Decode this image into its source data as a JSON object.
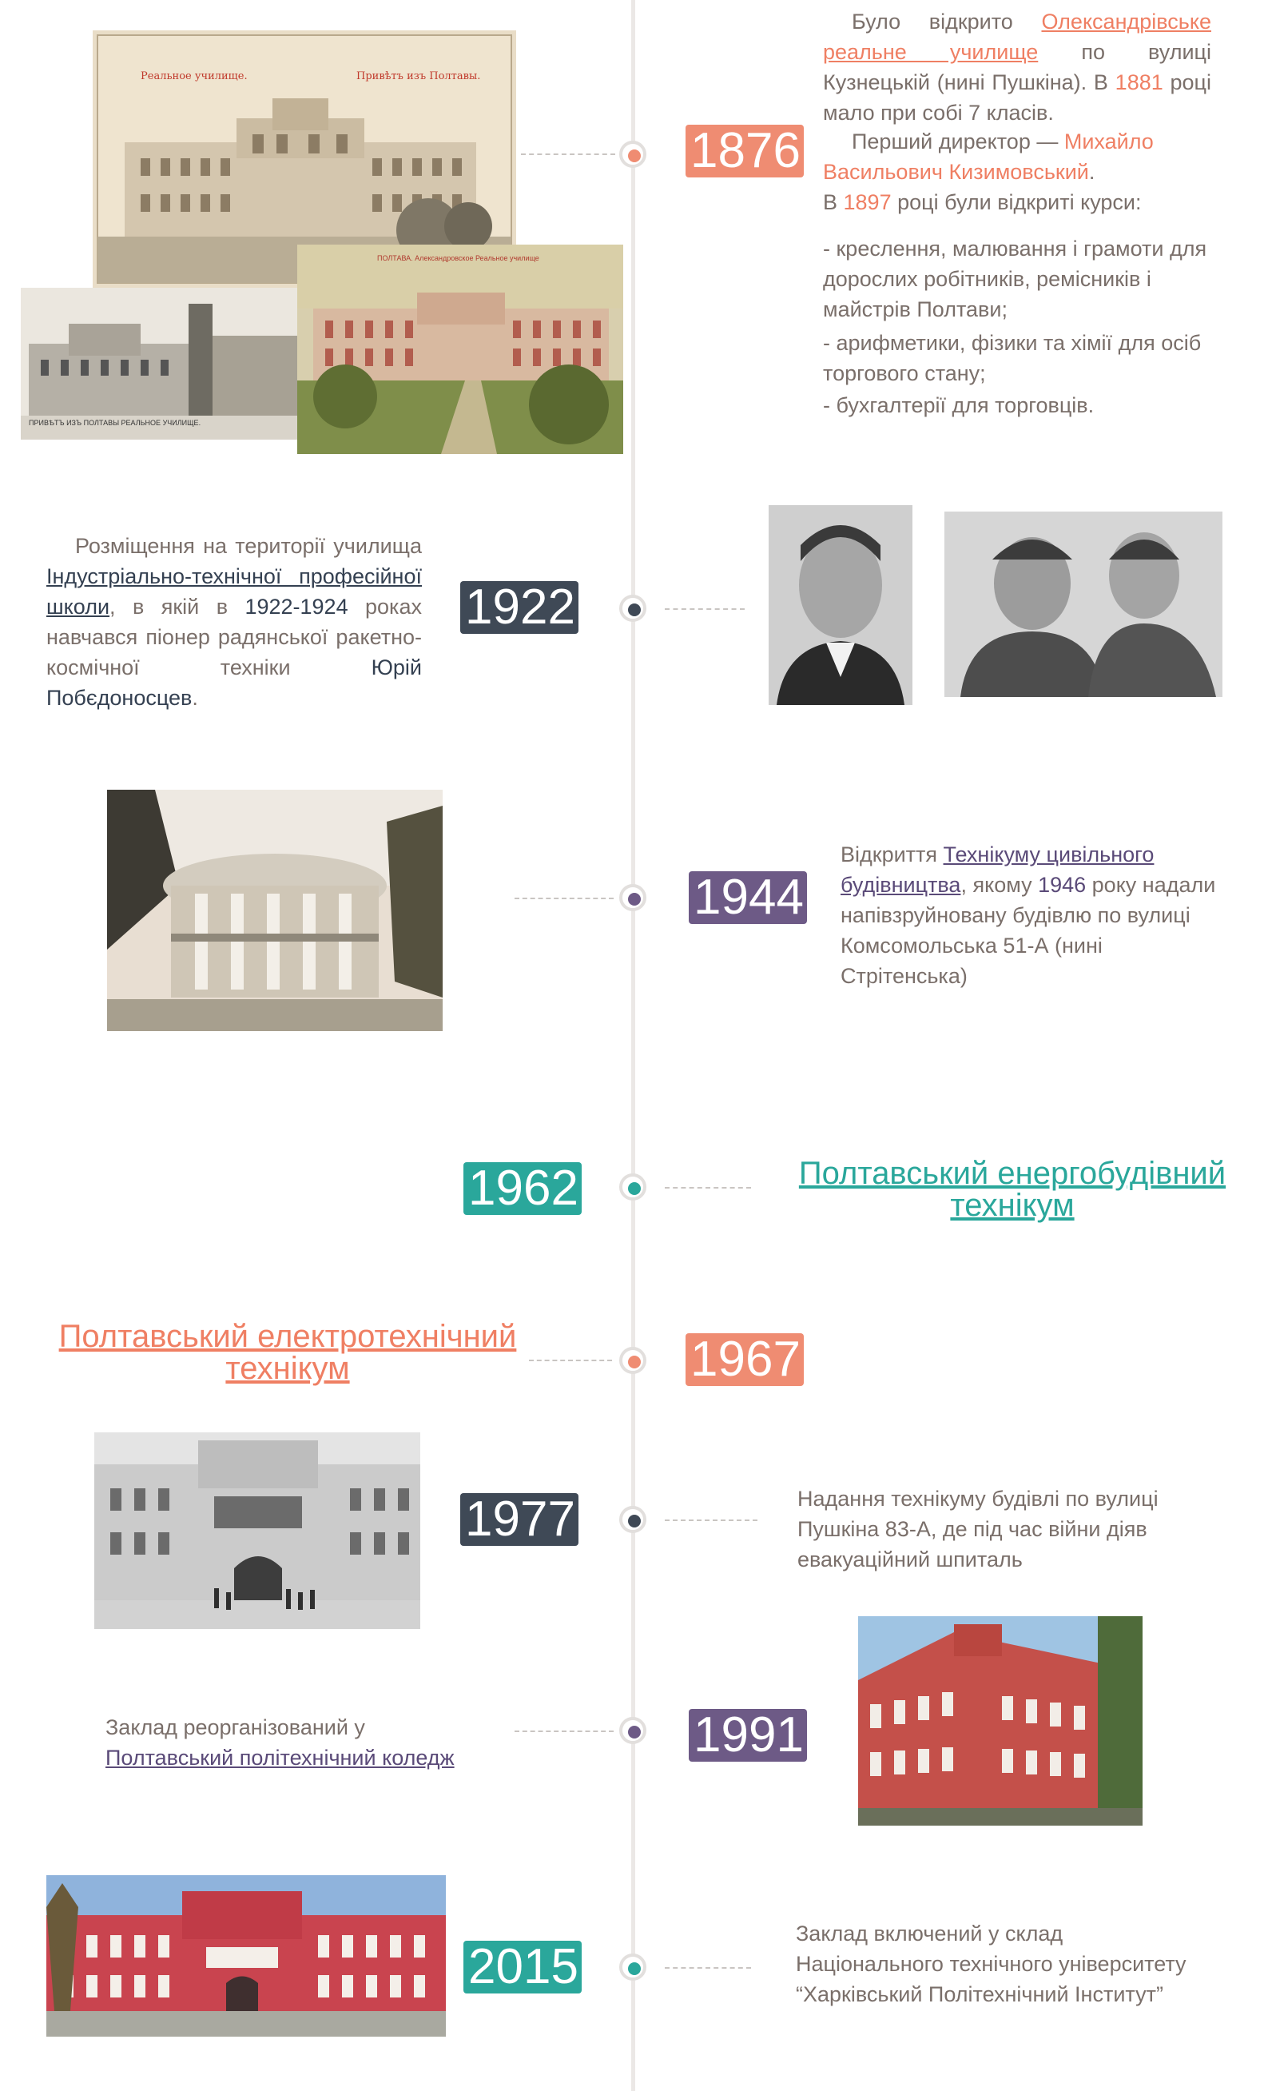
{
  "colors": {
    "orange": "#ef8c72",
    "navy": "#3f4956",
    "purple": "#6d5a86",
    "teal": "#2aa79b",
    "line": "#ebe8e6",
    "text": "#7a6f6a"
  },
  "events": {
    "e1876": {
      "year": "1876",
      "p1_a": "Було відкрито ",
      "p1_link": "Олександрівське реальне училище",
      "p1_b": " по вулиці Кузнецькій (нині Пушкіна). В ",
      "p1_year": "1881",
      "p1_c": " році мало при собі 7 класів.",
      "p2_a": "Перший директор — ",
      "p2_name": "Михайло Васильович Кизимовський",
      "p2_b": ".",
      "p3_a": "В ",
      "p3_year": "1897",
      "p3_b": " році були відкриті курси:",
      "list": [
        "- креслення, малювання і грамоти для дорослих робітників, ремісників і майстрів Полтави;",
        "- арифметики, фізики та хімії для осіб торгового стану;",
        "- бухгалтерії для торговців."
      ],
      "card1_top_left": "Реальное училище.",
      "card1_top_right": "Привѣтъ изъ Полтавы.",
      "card2_caption": "ПРИВѢТЪ ИЗЪ ПОЛТАВЫ РЕАЛЬНОЕ УЧИЛИЩЕ.",
      "card3_top": "ПОЛТАВА. Александровское Реальное училище"
    },
    "e1922": {
      "year": "1922",
      "a": "Розміщення на території училища ",
      "link": "Індустріально-технічної професійної школи",
      "b": ", в якій в ",
      "years": "1922-1924",
      "c": " роках навчався піонер радянської ракетно-космічної техніки ",
      "name": "Юрій Побєдоносцев",
      "d": "."
    },
    "e1944": {
      "year": "1944",
      "a": "Відкриття ",
      "link": "Технікуму цивільного будівництва",
      "b": ", якому ",
      "yr": "1946",
      "c": " року надали напівзруйновану будівлю по вулиці Комсомольська 51-А (нині Стрітенська)"
    },
    "e1962": {
      "year": "1962",
      "title": "Полтавський енергобудівний технікум"
    },
    "e1967": {
      "year": "1967",
      "title": "Полтавський електротехнічний технікум"
    },
    "e1977": {
      "year": "1977",
      "text": "Надання технікуму будівлі по вулиці Пушкіна 83-А, де під час війни діяв евакуаційний шпиталь"
    },
    "e1991": {
      "year": "1991",
      "a": "Заклад реорганізований у",
      "link": "Полтавський політехнічний коледж"
    },
    "e2015": {
      "year": "2015",
      "l1": "Заклад включений у склад",
      "l2": "Національного технічного університету",
      "l3": "“Харківський Політехнічний Інститут”"
    }
  }
}
